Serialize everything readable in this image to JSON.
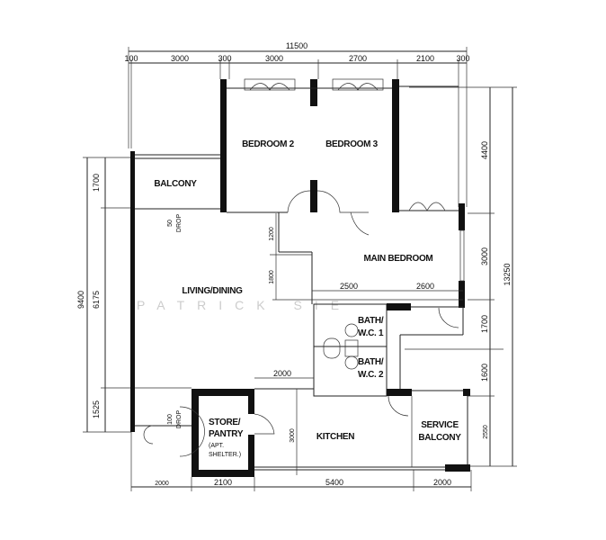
{
  "rooms": {
    "bedroom2": "BEDROOM 2",
    "bedroom3": "BEDROOM 3",
    "balcony": "BALCONY",
    "living_dining": "LIVING/DINING",
    "main_bedroom": "MAIN BEDROOM",
    "bath1_line1": "BATH/",
    "bath1_line2": "W.C. 1",
    "bath2_line1": "BATH/",
    "bath2_line2": "W.C. 2",
    "store_line1": "STORE/",
    "store_line2": "PANTRY",
    "store_line3": "(APT.",
    "store_line4": "SHELTER.)",
    "kitchen": "KITCHEN",
    "service_line1": "SERVICE",
    "service_line2": "BALCONY"
  },
  "notes": {
    "drop50_a": "50",
    "drop50_b": "DROP",
    "drop100_a": "100",
    "drop100_b": "DROP"
  },
  "dimensions": {
    "top_total": "11500",
    "top": [
      "100",
      "3000",
      "300",
      "3000",
      "2700",
      "2100",
      "300"
    ],
    "right": [
      "4400",
      "3000",
      "1700",
      "1600",
      "2550"
    ],
    "right_total": "13250",
    "left_total": "9400",
    "left": [
      "1700",
      "6175",
      "1525"
    ],
    "bottom": [
      "2000",
      "2100",
      "5400",
      "2000"
    ],
    "interior": [
      "1200",
      "1800",
      "2500",
      "2600",
      "2000",
      "3000"
    ]
  },
  "watermark": "PATRICK SIE"
}
